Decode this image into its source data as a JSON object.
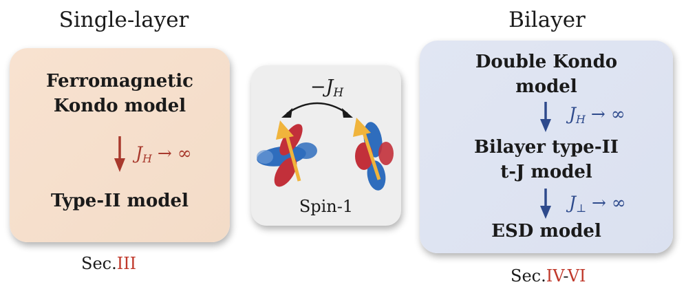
{
  "headings": {
    "single_layer": "Single-layer",
    "bilayer": "Bilayer"
  },
  "single_layer_panel": {
    "line1": "Ferromagnetic",
    "line2": "Kondo model",
    "limit_symbol": "J",
    "limit_subscript": "H",
    "limit_rest": " → ∞",
    "result": "Type-II model"
  },
  "spin_panel": {
    "coupling_sign": "−",
    "coupling_symbol": "J",
    "coupling_subscript": "H",
    "label": "Spin-1"
  },
  "bilayer_panel": {
    "line1": "Double Kondo",
    "line2": "model",
    "limit1_symbol": "J",
    "limit1_subscript": "H",
    "limit1_rest": " → ∞",
    "mid_line1": "Bilayer type-II",
    "mid_line2": "t-J model",
    "limit2_symbol": "J",
    "limit2_subscript": "⊥",
    "limit2_rest": " → ∞",
    "result": "ESD model"
  },
  "sections": {
    "single_prefix": "Sec.",
    "single_ref": "III",
    "bi_prefix": "Sec.",
    "bi_ref1": "IV",
    "bi_sep": "-",
    "bi_ref2": "VI"
  },
  "colors": {
    "single_panel": "#f5dfcc",
    "bilayer_panel": "#dde3f1",
    "spin_panel": "#eeeeee",
    "single_arrow": "#a8392d",
    "bilayer_arrow": "#2e4a8c",
    "section_ref": "#c0392b",
    "orbital_red": "#c2303a",
    "orbital_blue": "#2f6dbd",
    "spin_arrow": "#f0b43c"
  }
}
